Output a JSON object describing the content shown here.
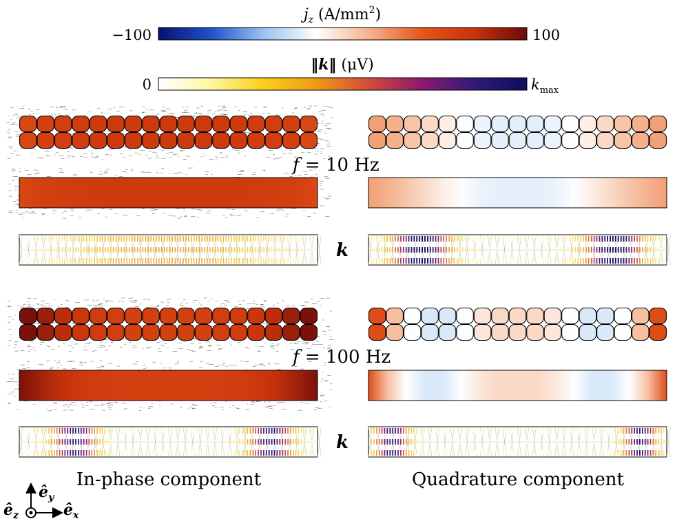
{
  "colorbar_current": {
    "title_var": "j",
    "title_sub": "z",
    "title_unit": " (A/mm",
    "title_sup": "2",
    "title_close": ")",
    "min_label": "−100",
    "max_label": "100",
    "colors": [
      "#08116e",
      "#1f52c9",
      "#9cc3f0",
      "#ffffff",
      "#f5b38f",
      "#e5561b",
      "#c7330b",
      "#6b0a0a"
    ]
  },
  "colorbar_k": {
    "title_var": "‖k‖",
    "title_unit": " (μV)",
    "min_label": "0",
    "max_label_main": "k",
    "max_label_sub": "max",
    "colors": [
      "#ffffff",
      "#fff6a0",
      "#f8cf1c",
      "#f09a17",
      "#d24a3a",
      "#8c1a6e",
      "#311a76",
      "#0b0f5c"
    ]
  },
  "frequencies": [
    {
      "var": "f",
      "value": " = 10 Hz"
    },
    {
      "var": "f",
      "value": " = 100 Hz"
    }
  ],
  "k_label": "k",
  "column_labels": {
    "left": "In-phase component",
    "right": "Quadrature component"
  },
  "axes": {
    "ey": "ê",
    "ey_sub": "y",
    "ex": "ê",
    "ex_sub": "x",
    "ez": "ê",
    "ez_sub": "z"
  },
  "panels": {
    "f10_inphase_cells": [
      0.55,
      0.6,
      0.62,
      0.64,
      0.65,
      0.66,
      0.66,
      0.66,
      0.66,
      0.66,
      0.66,
      0.66,
      0.65,
      0.64,
      0.62,
      0.6,
      0.55
    ],
    "f10_quad_cells": [
      0.2,
      0.15,
      0.08,
      0.0,
      -0.08,
      -0.15,
      -0.2,
      -0.22,
      -0.22,
      -0.22,
      -0.2,
      -0.15,
      -0.08,
      0.0,
      0.08,
      0.15,
      0.2
    ],
    "f100_inphase_cells": [
      0.95,
      0.85,
      0.75,
      0.68,
      0.64,
      0.62,
      0.6,
      0.6,
      0.6,
      0.6,
      0.6,
      0.62,
      0.64,
      0.68,
      0.75,
      0.85,
      0.95
    ],
    "f100_quad_cells": [
      0.5,
      0.1,
      -0.15,
      -0.25,
      -0.25,
      -0.15,
      -0.05,
      0.0,
      0.0,
      0.0,
      -0.05,
      -0.15,
      -0.25,
      -0.25,
      -0.15,
      0.1,
      0.5
    ]
  }
}
